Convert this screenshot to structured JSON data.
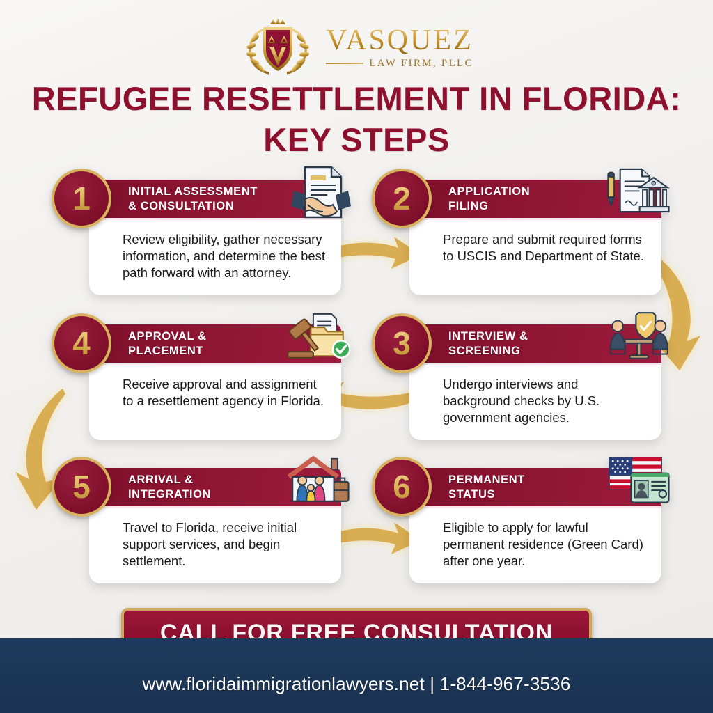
{
  "brand": {
    "name": "VASQUEZ",
    "tagline": "LAW FIRM, PLLC",
    "crest_icon": "shield-crest-icon",
    "gold": "#c9962f",
    "maroon": "#8e102f"
  },
  "title": "REFUGEE RESETTLEMENT\nIN FLORIDA: KEY STEPS",
  "colors": {
    "background": "#f2f1ef",
    "card_header_maroon": "#8f1533",
    "badge_gold_ring": "#d8b25e",
    "arrow_gold": "#d9ad51",
    "footer_navy": "#1e3a5c",
    "cta_maroon": "#8c1130"
  },
  "steps": [
    {
      "number": "1",
      "title": "INITIAL ASSESSMENT\n& CONSULTATION",
      "body": "Review eligibility, gather necessary information, and determine the best path forward with an attorney.",
      "icon": "handshake-document-icon"
    },
    {
      "number": "2",
      "title": "APPLICATION\nFILING",
      "body": "Prepare and submit required forms to USCIS and Department of State.",
      "icon": "pen-form-government-building-icon"
    },
    {
      "number": "3",
      "title": "INTERVIEW &\nSCREENING",
      "body": "Undergo interviews and background checks by U.S. government agencies.",
      "icon": "interview-table-shield-icon"
    },
    {
      "number": "4",
      "title": "APPROVAL &\nPLACEMENT",
      "body": "Receive approval and assignment to a resettlement agency in Florida.",
      "icon": "gavel-folder-checkmark-icon"
    },
    {
      "number": "5",
      "title": "ARRIVAL &\nINTEGRATION",
      "body": "Travel to Florida, receive initial support services, and begin settlement.",
      "icon": "family-house-luggage-icon"
    },
    {
      "number": "6",
      "title": "PERMANENT\nSTATUS",
      "body": "Eligible to apply for lawful permanent residence (Green Card) after one year.",
      "icon": "usa-flag-green-card-icon"
    }
  ],
  "arrows": [
    {
      "name": "arrow-step1-to-step2",
      "direction": "right"
    },
    {
      "name": "arrow-step2-to-step3",
      "direction": "down-curve-right"
    },
    {
      "name": "arrow-step3-to-step4",
      "direction": "left"
    },
    {
      "name": "arrow-step4-to-step5",
      "direction": "down-curve-left"
    },
    {
      "name": "arrow-step5-to-step6",
      "direction": "right"
    }
  ],
  "cta": {
    "label": "CALL FOR FREE CONSULTATION"
  },
  "footer": {
    "text": "www.floridaimmigrationlawyers.net | 1-844-967-3536",
    "website": "www.floridaimmigrationlawyers.net",
    "phone": "1-844-967-3536"
  }
}
